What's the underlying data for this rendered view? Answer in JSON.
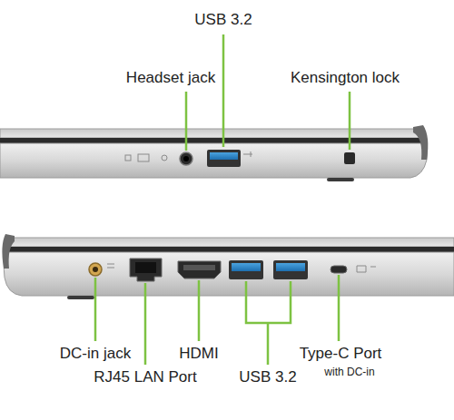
{
  "diagram": {
    "labels": [
      "USB 3.2",
      "Headset jack",
      "Kensington lock",
      "DC-in jack",
      "HDMI",
      "RJ45 LAN Port",
      "USB 3.2",
      "Type-C Port",
      "with DC-in"
    ]
  }
}
